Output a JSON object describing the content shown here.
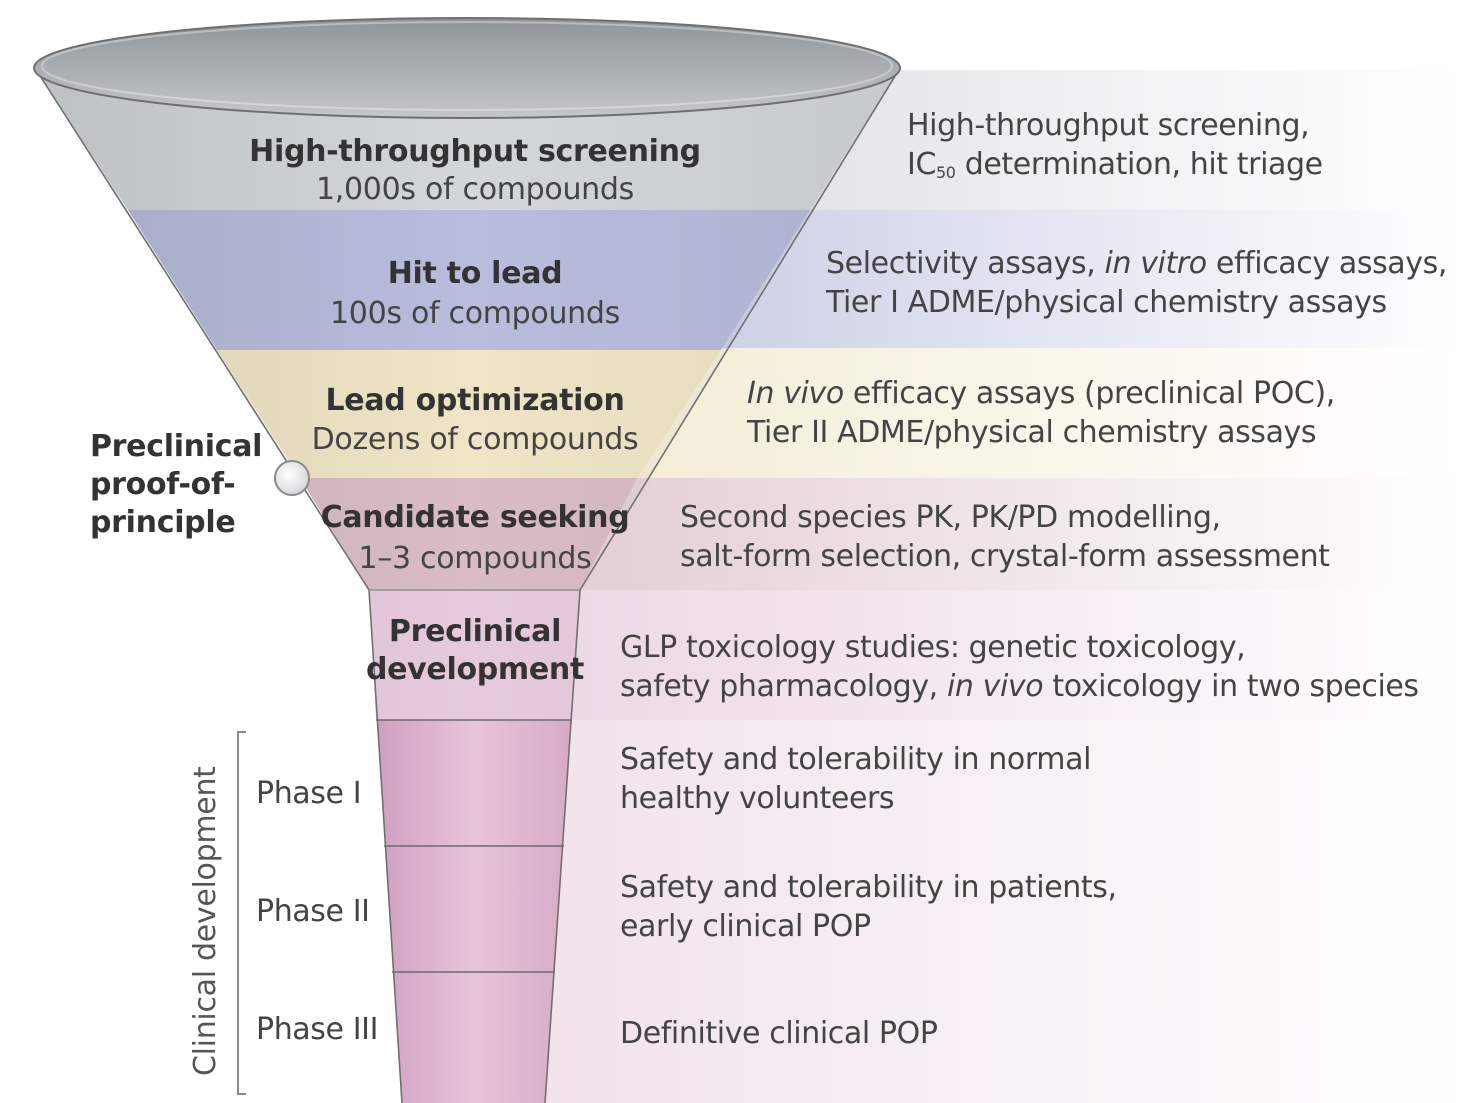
{
  "stages": [
    {
      "title": "High-throughput screening",
      "subtitle": "1,000s of compounds",
      "description": {
        "line1": "High-throughput screening,",
        "line2_pre": "IC",
        "line2_sub": "50",
        "line2_post": " determination, hit triage"
      },
      "color": "#cfd5d8"
    },
    {
      "title": "Hit to lead",
      "subtitle": "100s of compounds",
      "description": {
        "line1_pre": "Selectivity assays, ",
        "line1_italic": "in vitro",
        "line1_post": " efficacy assays,",
        "line2": "Tier I ADME/physical chemistry assays"
      },
      "color": "#b9bfdc"
    },
    {
      "title": "Lead optimization",
      "subtitle": "Dozens of compounds",
      "description": {
        "line1_italic": "In vivo",
        "line1_post": " efficacy assays (preclinical POC),",
        "line2": "Tier II ADME/physical chemistry assays"
      },
      "color": "#efe6c8"
    },
    {
      "title": "Candidate seeking",
      "subtitle": "1–3 compounds",
      "description": {
        "line1": "Second species PK, PK/PD modelling,",
        "line2": "salt-form selection, crystal-form assessment"
      },
      "color": "#dcc2c9"
    },
    {
      "title_line1": "Preclinical",
      "title_line2": "development",
      "description": {
        "line1": "GLP toxicology studies: genetic toxicology,",
        "line2_pre": "safety pharmacology, ",
        "line2_italic": "in vivo",
        "line2_post": " toxicology in two species"
      },
      "color": "#e9d2e2"
    }
  ],
  "phases": [
    {
      "label": "Phase I",
      "description": {
        "line1": "Safety and tolerability in normal",
        "line2": "healthy volunteers"
      }
    },
    {
      "label": "Phase II",
      "description": {
        "line1": "Safety and tolerability in patients,",
        "line2": "early clinical POP"
      }
    },
    {
      "label": "Phase III",
      "description": {
        "line1": "Definitive clinical POP"
      }
    }
  ],
  "milestone_label": {
    "line1": "Preclinical",
    "line2": "proof-of-",
    "line3": "principle"
  },
  "clinical_label": "Clinical development",
  "colors": {
    "funnel_rim": "#a9adb1",
    "funnel_outline": "#6f6f6f",
    "tube": "#d7a9c6",
    "phase_band": "#f1e2ec"
  }
}
